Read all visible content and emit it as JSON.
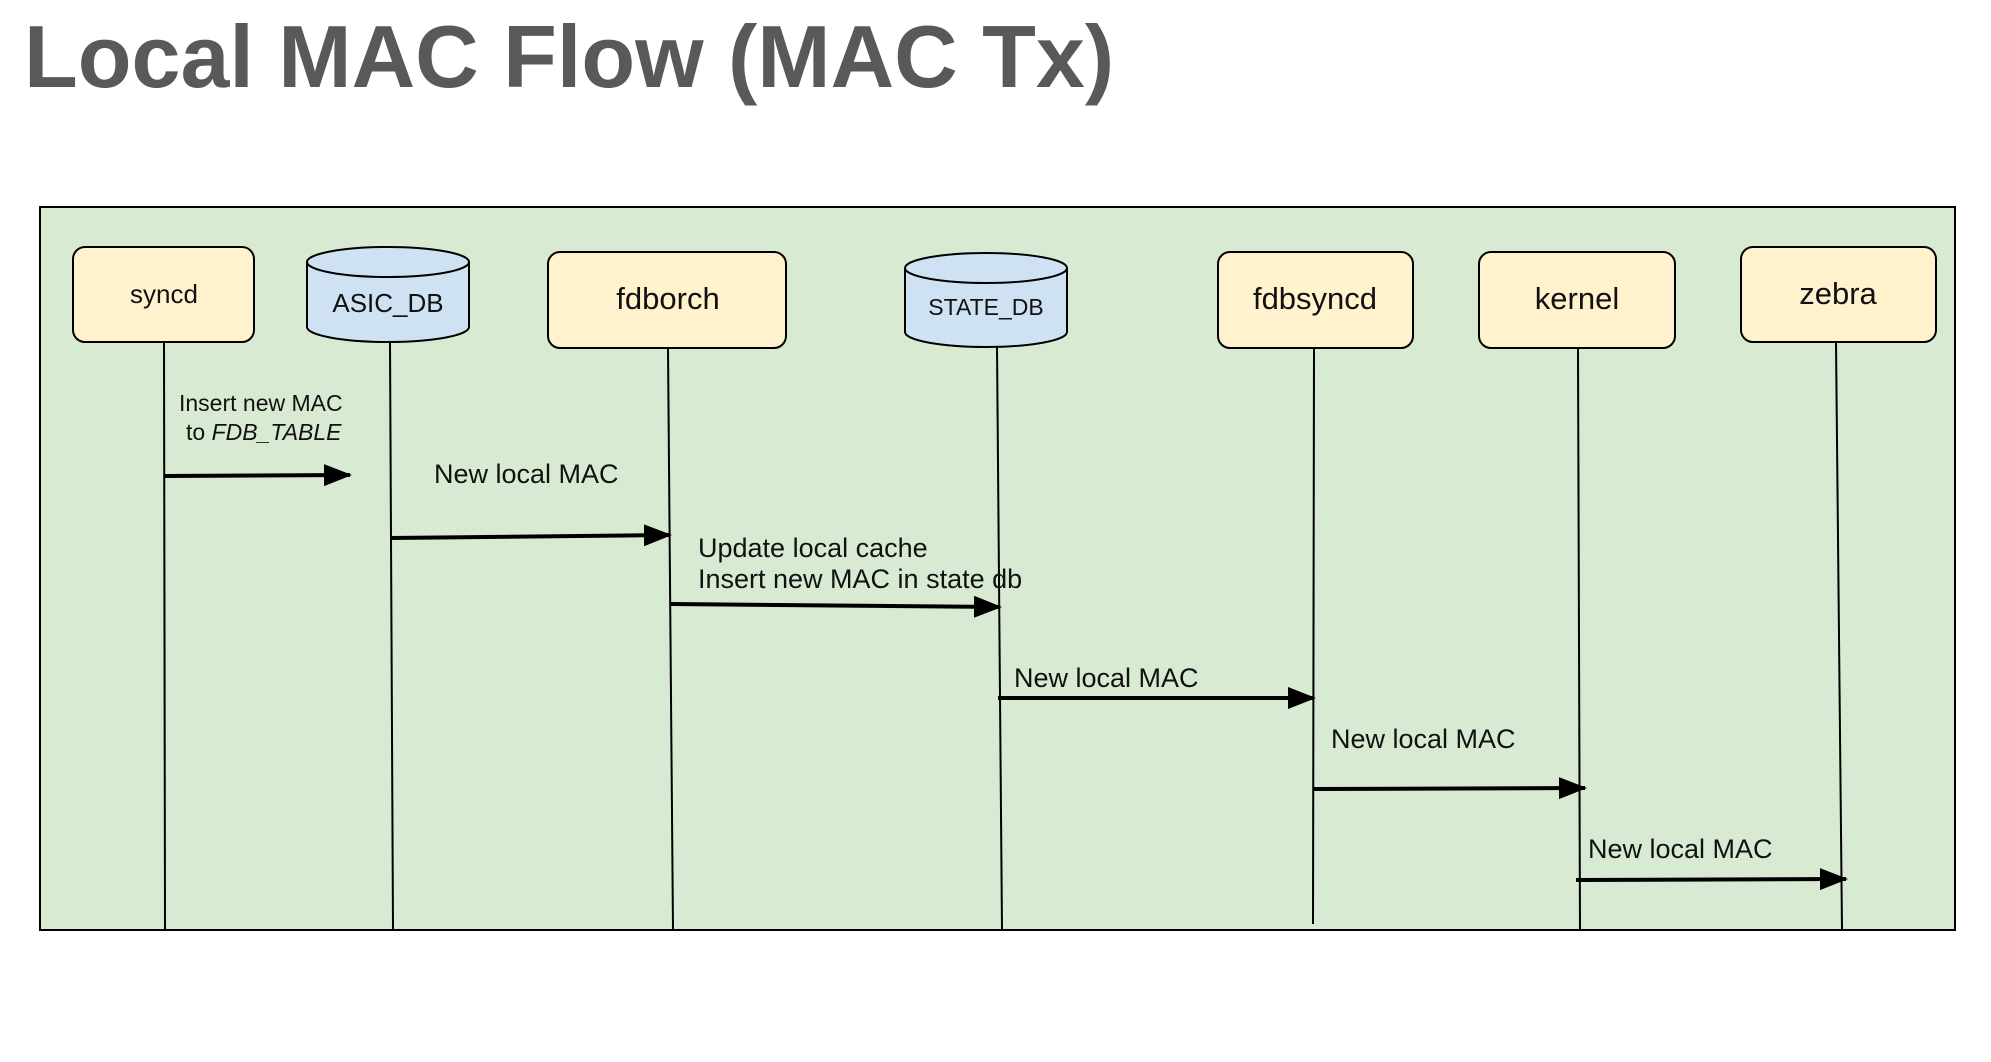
{
  "title": "Local MAC Flow (MAC Tx)",
  "colors": {
    "background": "#d9ead3",
    "process_fill": "#fff2cc",
    "database_fill": "#cfe2f3",
    "stroke": "#000000",
    "title": "#595959"
  },
  "participants": [
    {
      "id": "syncd",
      "label": "syncd",
      "kind": "process"
    },
    {
      "id": "asic_db",
      "label": "ASIC_DB",
      "kind": "database"
    },
    {
      "id": "fdborch",
      "label": "fdborch",
      "kind": "process"
    },
    {
      "id": "state_db",
      "label": "STATE_DB",
      "kind": "database"
    },
    {
      "id": "fdbsyncd",
      "label": "fdbsyncd",
      "kind": "process"
    },
    {
      "id": "kernel",
      "label": "kernel",
      "kind": "process"
    },
    {
      "id": "zebra",
      "label": "zebra",
      "kind": "process"
    }
  ],
  "messages": [
    {
      "from": "syncd",
      "to": "asic_db",
      "line1": "Insert new MAC",
      "line2_prefix": "to ",
      "line2_italic": "FDB_TABLE"
    },
    {
      "from": "asic_db",
      "to": "fdborch",
      "line1": "New local MAC"
    },
    {
      "from": "fdborch",
      "to": "state_db",
      "line1": "Update local cache",
      "line2": "Insert new MAC in state db"
    },
    {
      "from": "state_db",
      "to": "fdbsyncd",
      "line1": "New local MAC"
    },
    {
      "from": "fdbsyncd",
      "to": "kernel",
      "line1": "New local MAC"
    },
    {
      "from": "kernel",
      "to": "zebra",
      "line1": "New local MAC"
    }
  ]
}
